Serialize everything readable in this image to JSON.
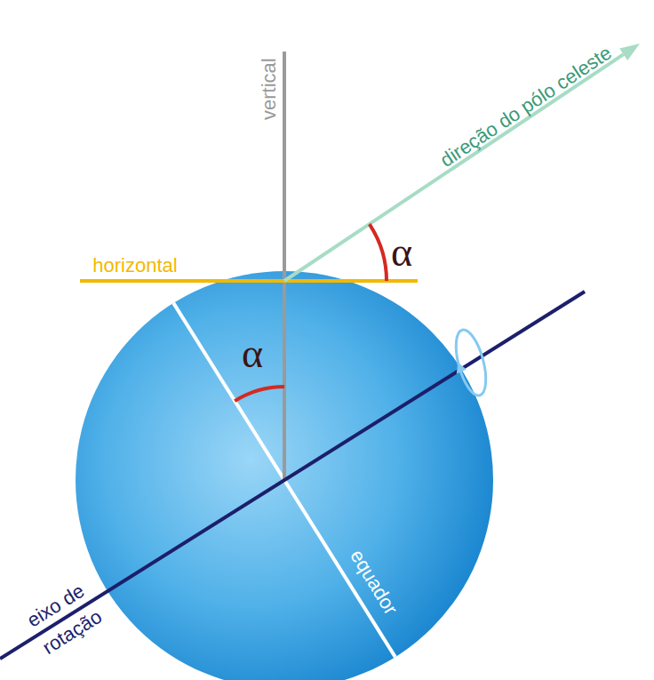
{
  "diagram": {
    "labels": [
      "vertical",
      "direção do pólo celeste",
      "horizontal",
      "α",
      "α",
      "equador",
      "eixo de rotação"
    ]
  }
}
